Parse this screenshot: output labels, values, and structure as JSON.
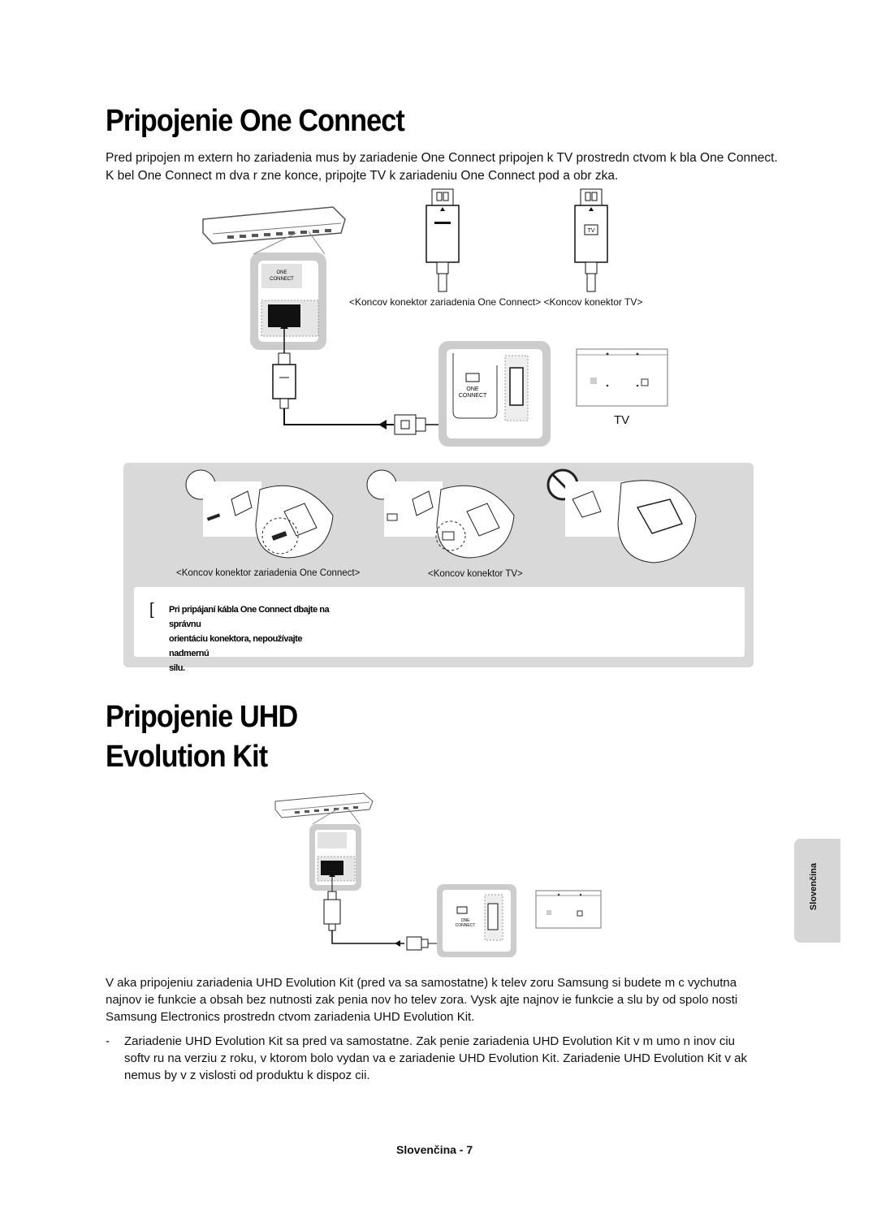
{
  "section1": {
    "heading": "Pripojenie One Connect",
    "paragraph_line1": "Pred pripojen m extern ho zariadenia mus  by  zariadenie One Connect pripojen  k TV prostredn ctvom k bla One Connect.",
    "paragraph_line2": "K bel One Connect m  dva r zne konce, pripojte TV k zariadeniu One Connect pod a obr zka.",
    "caption_connectors": "<Koncov  konektor zariadenia One Connect> <Koncov  konektor TV>",
    "port_label_one": "ONE",
    "port_label_connect": "CONNECT",
    "tv_badge": "TV",
    "tv_label": "TV"
  },
  "tip_box": {
    "caption_left": "<Koncov  konektor zariadenia One Connect>",
    "caption_right": "<Koncov  konektor TV>",
    "bracket": "[",
    "note_line1": "Pri pripájaní kábla One Connect dbajte na správnu",
    "note_line2": "orientáciu konektora, nepoužívajte nadmernú",
    "note_line3": "silu."
  },
  "section2": {
    "heading_line1": "Pripojenie UHD",
    "heading_line2": "Evolution Kit",
    "paragraph_line1": "V aka pripojeniu zariadenia UHD Evolution Kit (pred va sa samostatne) k telev zoru Samsung si budete m c  vychutna",
    "paragraph_line2": "najnov ie funkcie a obsah bez nutnosti zak penia nov ho telev zora. Vysk  ajte najnov ie funkcie a slu by od spolo nosti",
    "paragraph_line3": "Samsung Electronics prostredn ctvom zariadenia UHD Evolution Kit.",
    "bullet_dash": "-",
    "bullet_line1": "Zariadenie UHD Evolution Kit sa pred va samostatne. Zak penie zariadenia UHD Evolution Kit v m umo n  inov ciu",
    "bullet_line2": "softv ru na verziu z roku, v ktorom bolo vydan  va e zariadenie UHD Evolution Kit. Zariadenie UHD Evolution Kit v ak",
    "bullet_line3": "nemus  by  v z vislosti od produktu k dispoz cii."
  },
  "side_tab": {
    "label": "Slovenčina"
  },
  "footer": {
    "page_number": "Slovenčina - 7"
  },
  "colors": {
    "panel_gray": "#d9d9d9",
    "line": "#111111",
    "tab_gray": "#d6d6d6"
  }
}
